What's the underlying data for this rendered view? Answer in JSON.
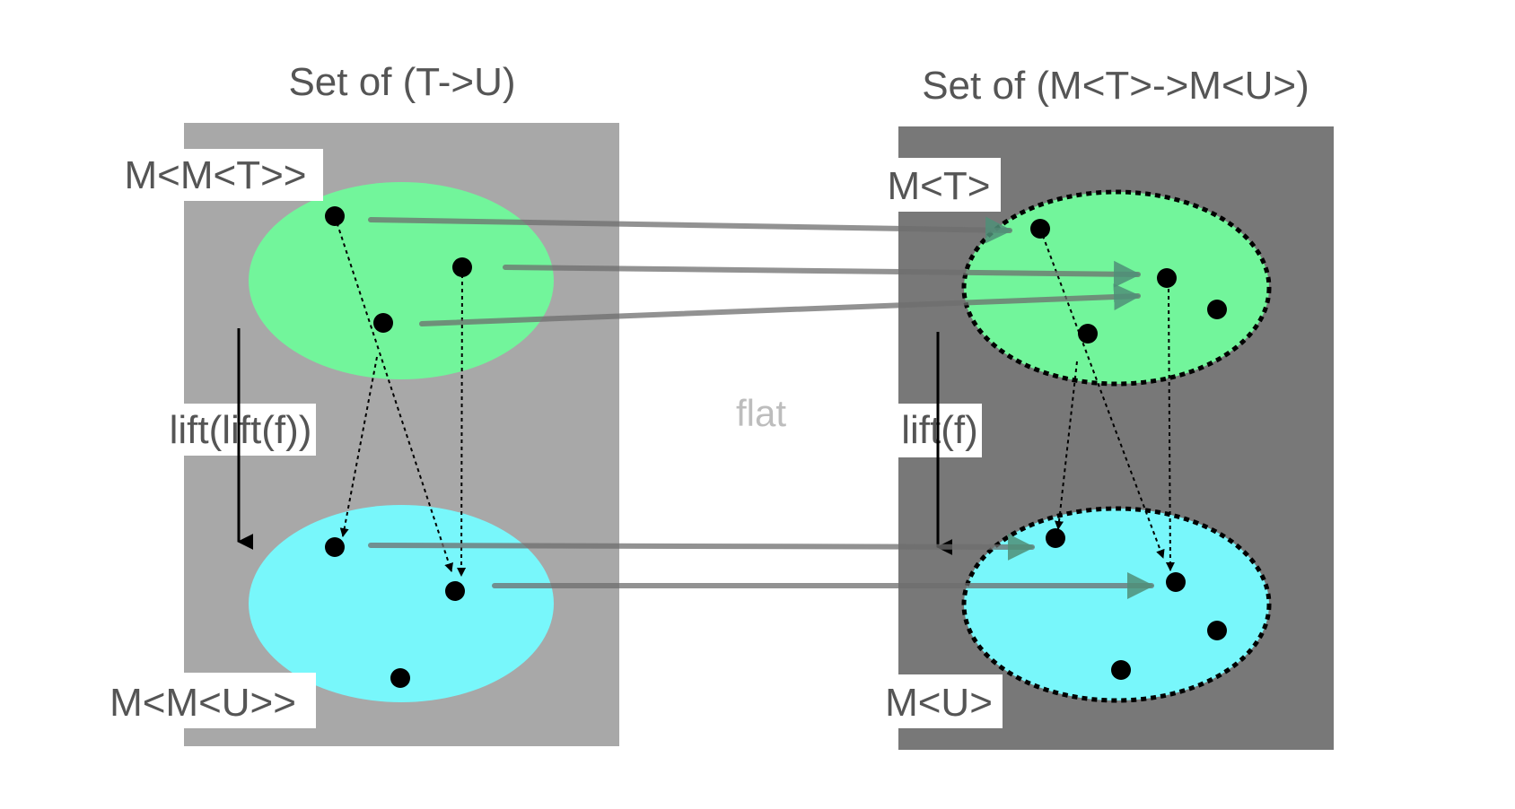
{
  "left": {
    "title": "Set of (T->U)",
    "top_label": "M<M<T>>",
    "bottom_label": "M<M<U>>",
    "arrow_label": "lift(lift(f))"
  },
  "right": {
    "title": "Set of (M<T>->M<U>)",
    "top_label": "M<T>",
    "bottom_label": "M<U>",
    "arrow_label": "lift(f)"
  },
  "center_label": "flat",
  "colors": {
    "left_panel": "#a8a8a8",
    "right_panel": "#787878",
    "green_set": "#72f59b",
    "cyan_set": "#78f7fb",
    "dot": "#000000",
    "flat_arrow": "#777777"
  }
}
